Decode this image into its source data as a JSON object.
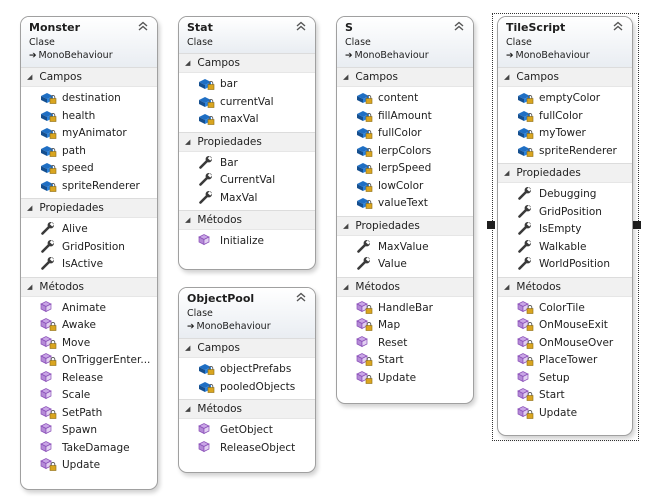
{
  "classes": {
    "monster": {
      "name": "Monster",
      "stereotype": "Clase",
      "base": "MonoBehaviour",
      "sections": [
        {
          "title": "Campos",
          "items": [
            {
              "label": "destination",
              "icon": "field-lock-icon"
            },
            {
              "label": "health",
              "icon": "field-lock-icon"
            },
            {
              "label": "myAnimator",
              "icon": "field-lock-icon"
            },
            {
              "label": "path",
              "icon": "field-lock-icon"
            },
            {
              "label": "speed",
              "icon": "field-lock-icon"
            },
            {
              "label": "spriteRenderer",
              "icon": "field-lock-icon"
            }
          ]
        },
        {
          "title": "Propiedades",
          "items": [
            {
              "label": "Alive",
              "icon": "wrench-icon"
            },
            {
              "label": "GridPosition",
              "icon": "wrench-icon"
            },
            {
              "label": "IsActive",
              "icon": "wrench-icon"
            }
          ]
        },
        {
          "title": "Métodos",
          "items": [
            {
              "label": "Animate",
              "icon": "method-icon"
            },
            {
              "label": "Awake",
              "icon": "method-lock-icon"
            },
            {
              "label": "Move",
              "icon": "method-lock-icon"
            },
            {
              "label": "OnTriggerEnter...",
              "icon": "method-lock-icon"
            },
            {
              "label": "Release",
              "icon": "method-icon"
            },
            {
              "label": "Scale",
              "icon": "method-icon"
            },
            {
              "label": "SetPath",
              "icon": "method-lock-icon"
            },
            {
              "label": "Spawn",
              "icon": "method-icon"
            },
            {
              "label": "TakeDamage",
              "icon": "method-icon"
            },
            {
              "label": "Update",
              "icon": "method-lock-icon"
            }
          ]
        }
      ]
    },
    "stat": {
      "name": "Stat",
      "stereotype": "Clase",
      "sections": [
        {
          "title": "Campos",
          "items": [
            {
              "label": "bar",
              "icon": "field-lock-icon"
            },
            {
              "label": "currentVal",
              "icon": "field-lock-icon"
            },
            {
              "label": "maxVal",
              "icon": "field-lock-icon"
            }
          ]
        },
        {
          "title": "Propiedades",
          "items": [
            {
              "label": "Bar",
              "icon": "wrench-icon"
            },
            {
              "label": "CurrentVal",
              "icon": "wrench-icon"
            },
            {
              "label": "MaxVal",
              "icon": "wrench-icon"
            }
          ]
        },
        {
          "title": "Métodos",
          "items": [
            {
              "label": "Initialize",
              "icon": "method-icon"
            }
          ]
        }
      ]
    },
    "objectpool": {
      "name": "ObjectPool",
      "stereotype": "Clase",
      "base": "MonoBehaviour",
      "sections": [
        {
          "title": "Campos",
          "items": [
            {
              "label": "objectPrefabs",
              "icon": "field-lock-icon"
            },
            {
              "label": "pooledObjects",
              "icon": "field-lock-icon"
            }
          ]
        },
        {
          "title": "Métodos",
          "items": [
            {
              "label": "GetObject",
              "icon": "method-icon"
            },
            {
              "label": "ReleaseObject",
              "icon": "method-icon"
            }
          ]
        }
      ]
    },
    "s": {
      "name": "S",
      "stereotype": "Clase",
      "base": "MonoBehaviour",
      "sections": [
        {
          "title": "Campos",
          "items": [
            {
              "label": "content",
              "icon": "field-lock-icon"
            },
            {
              "label": "fillAmount",
              "icon": "field-lock-icon"
            },
            {
              "label": "fullColor",
              "icon": "field-lock-icon"
            },
            {
              "label": "lerpColors",
              "icon": "field-lock-icon"
            },
            {
              "label": "lerpSpeed",
              "icon": "field-lock-icon"
            },
            {
              "label": "lowColor",
              "icon": "field-lock-icon"
            },
            {
              "label": "valueText",
              "icon": "field-lock-icon"
            }
          ]
        },
        {
          "title": "Propiedades",
          "items": [
            {
              "label": "MaxValue",
              "icon": "wrench-icon"
            },
            {
              "label": "Value",
              "icon": "wrench-icon"
            }
          ]
        },
        {
          "title": "Métodos",
          "items": [
            {
              "label": "HandleBar",
              "icon": "method-lock-icon"
            },
            {
              "label": "Map",
              "icon": "method-lock-icon"
            },
            {
              "label": "Reset",
              "icon": "method-icon"
            },
            {
              "label": "Start",
              "icon": "method-lock-icon"
            },
            {
              "label": "Update",
              "icon": "method-lock-icon"
            }
          ]
        }
      ]
    },
    "tilescript": {
      "name": "TileScript",
      "stereotype": "Clase",
      "base": "MonoBehaviour",
      "sections": [
        {
          "title": "Campos",
          "items": [
            {
              "label": "emptyColor",
              "icon": "field-lock-icon"
            },
            {
              "label": "fullColor",
              "icon": "field-lock-icon"
            },
            {
              "label": "myTower",
              "icon": "field-lock-icon"
            },
            {
              "label": "spriteRenderer",
              "icon": "field-lock-icon"
            }
          ]
        },
        {
          "title": "Propiedades",
          "items": [
            {
              "label": "Debugging",
              "icon": "wrench-icon"
            },
            {
              "label": "GridPosition",
              "icon": "wrench-icon"
            },
            {
              "label": "IsEmpty",
              "icon": "wrench-icon"
            },
            {
              "label": "Walkable",
              "icon": "wrench-icon"
            },
            {
              "label": "WorldPosition",
              "icon": "wrench-icon"
            }
          ]
        },
        {
          "title": "Métodos",
          "items": [
            {
              "label": "ColorTile",
              "icon": "method-lock-icon"
            },
            {
              "label": "OnMouseExit",
              "icon": "method-lock-icon"
            },
            {
              "label": "OnMouseOver",
              "icon": "method-lock-icon"
            },
            {
              "label": "PlaceTower",
              "icon": "method-lock-icon"
            },
            {
              "label": "Setup",
              "icon": "method-icon"
            },
            {
              "label": "Start",
              "icon": "method-lock-icon"
            },
            {
              "label": "Update",
              "icon": "method-lock-icon"
            }
          ]
        }
      ]
    }
  },
  "colors": {
    "field": "#1f6fc4",
    "method": "#8a4fb8",
    "wrench": "#3a3a3a",
    "lock": "#d9a520"
  }
}
